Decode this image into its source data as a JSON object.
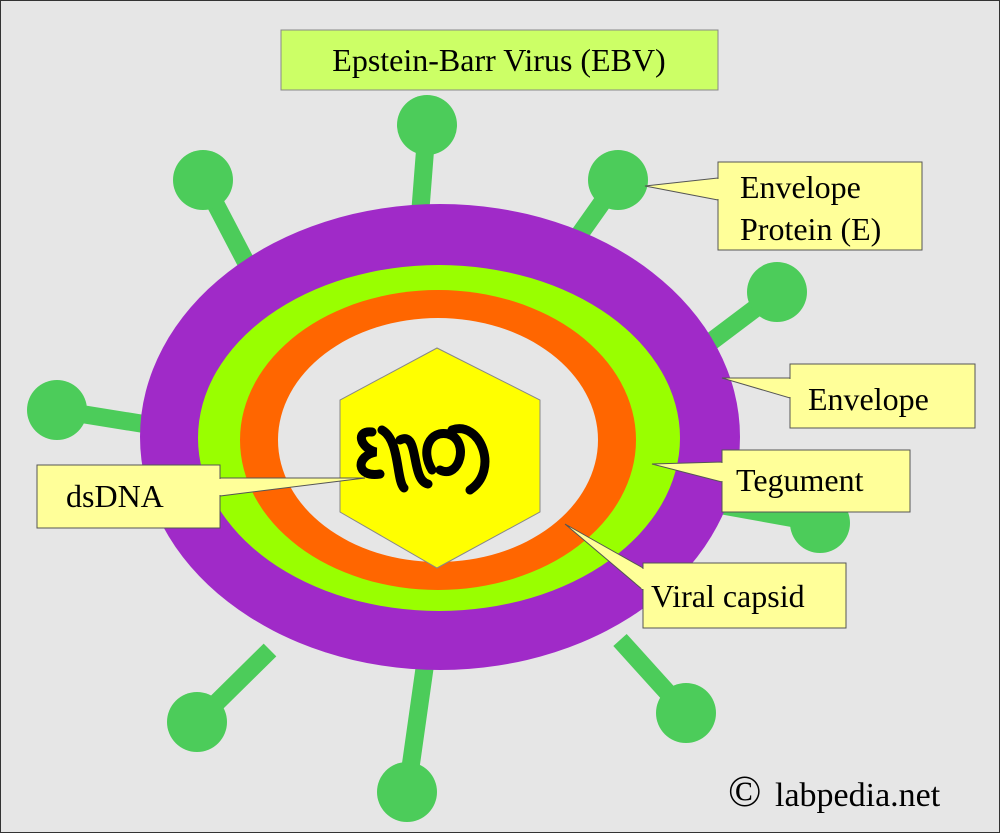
{
  "title": "Epstein-Barr Virus (EBV)",
  "labels": {
    "envelope_protein_line1": "Envelope",
    "envelope_protein_line2": "Protein (E)",
    "envelope": "Envelope",
    "tegument": "Tegument",
    "viral_capsid": "Viral capsid",
    "dsdna": "dsDNA"
  },
  "copyright_symbol": "©",
  "watermark": "labpedia.net",
  "colors": {
    "background": "#e6e6e6",
    "envelope": "#a02ac8",
    "tegument": "#99ff00",
    "capsid_ring": "#ff6600",
    "hexagon": "#ffff00",
    "spike": "#4ccc5a",
    "label_box": "#ffff99",
    "title_box": "#ccff66"
  }
}
